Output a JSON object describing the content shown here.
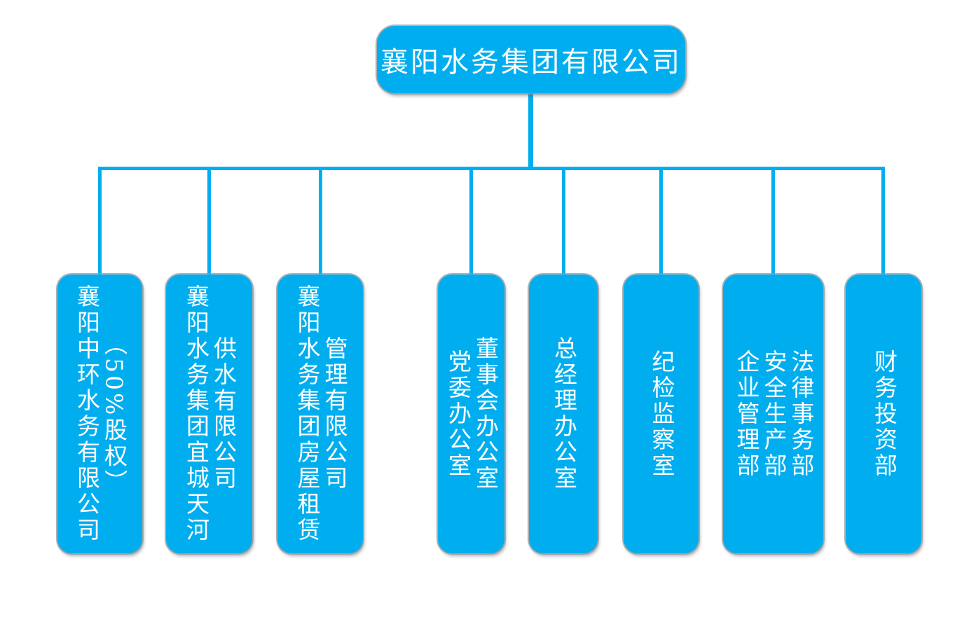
{
  "org_chart": {
    "type": "organization-chart",
    "root": {
      "label": "襄阳水务集团有限公司"
    },
    "children": [
      {
        "full": "襄阳中环水务有限公司（50%股权）",
        "lines": [
          "襄阳中环水务有限公司",
          "（50%股权）"
        ]
      },
      {
        "full": "襄阳水务集团宜城天河供水有限公司",
        "lines": [
          "襄阳水务集团宜城天河",
          "供水有限公司"
        ]
      },
      {
        "full": "襄阳水务集团房屋租赁管理有限公司",
        "lines": [
          "襄阳水务集团房屋租赁",
          "管理有限公司"
        ]
      },
      {
        "full": "党委办公室 董事会办公室",
        "lines": [
          "党委办公室",
          "董事会办公室"
        ]
      },
      {
        "full": "总经理办公室",
        "lines": [
          "总经理办公室"
        ]
      },
      {
        "full": "纪检监察室",
        "lines": [
          "纪检监察室"
        ]
      },
      {
        "full": "企业管理部 安全生产部 法律事务部",
        "lines": [
          "企业管理部",
          "安全生产部",
          "法律事务部"
        ]
      },
      {
        "full": "财务投资部",
        "lines": [
          "财务投资部"
        ]
      }
    ],
    "colors": {
      "node_fill": "#00AEEF",
      "connector": "#00AEEF",
      "text": "#FFFFFF",
      "shadow_ring": "#94999C",
      "background": "#FFFFFF"
    }
  }
}
